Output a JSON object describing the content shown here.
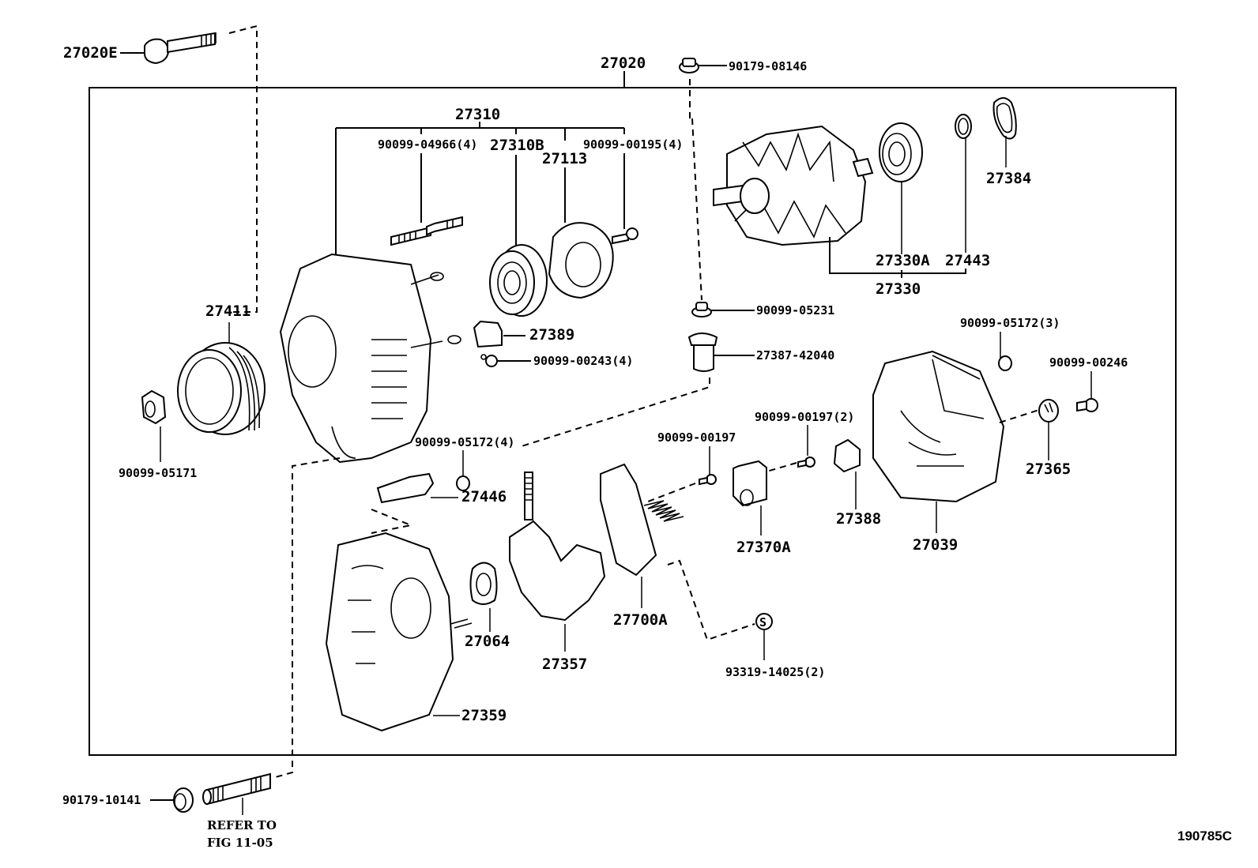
{
  "diagram": {
    "figure_id": "190785C",
    "assembly_label": "27020",
    "outside_parts": [
      {
        "id": "27020E",
        "name": "through-bolt"
      },
      {
        "id": "90179-08146",
        "name": "nut"
      },
      {
        "id": "90179-10141",
        "name": "nut"
      }
    ],
    "reference_note": {
      "line1": "REFER TO",
      "line2": "FIG 11-05"
    },
    "groups": {
      "drive_end_frame": {
        "label": "27310",
        "children": [
          "90099-04966(4)",
          "27310B",
          "27113",
          "90099-00195(4)"
        ]
      },
      "rotor": {
        "label": "27330",
        "children": [
          "27330A",
          "27443"
        ]
      }
    },
    "labels": {
      "p27020E": "27020E",
      "p27020": "27020",
      "p90179_08146": "90179-08146",
      "p27310": "27310",
      "p90099_04966": "90099-04966(4)",
      "p27310B": "27310B",
      "p27113": "27113",
      "p90099_00195": "90099-00195(4)",
      "p27384": "27384",
      "p27330A": "27330A",
      "p27443": "27443",
      "p27330": "27330",
      "p27411": "27411",
      "p27389": "27389",
      "p90099_00243": "90099-00243(4)",
      "p90099_05231": "90099-05231",
      "p27387_42040": "27387-42040",
      "p90099_05172_3": "90099-05172(3)",
      "p90099_00246": "90099-00246",
      "p90099_05171": "90099-05171",
      "p90099_05172_4": "90099-05172(4)",
      "p27446": "27446",
      "p90099_00197": "90099-00197",
      "p90099_00197_2": "90099-00197(2)",
      "p27365": "27365",
      "p27370A": "27370A",
      "p27388": "27388",
      "p27039": "27039",
      "p27064": "27064",
      "p27357": "27357",
      "p27700A": "27700A",
      "p93319_14025": "93319-14025(2)",
      "p27359": "27359",
      "p90179_10141": "90179-10141",
      "s_symbol": "S"
    }
  }
}
